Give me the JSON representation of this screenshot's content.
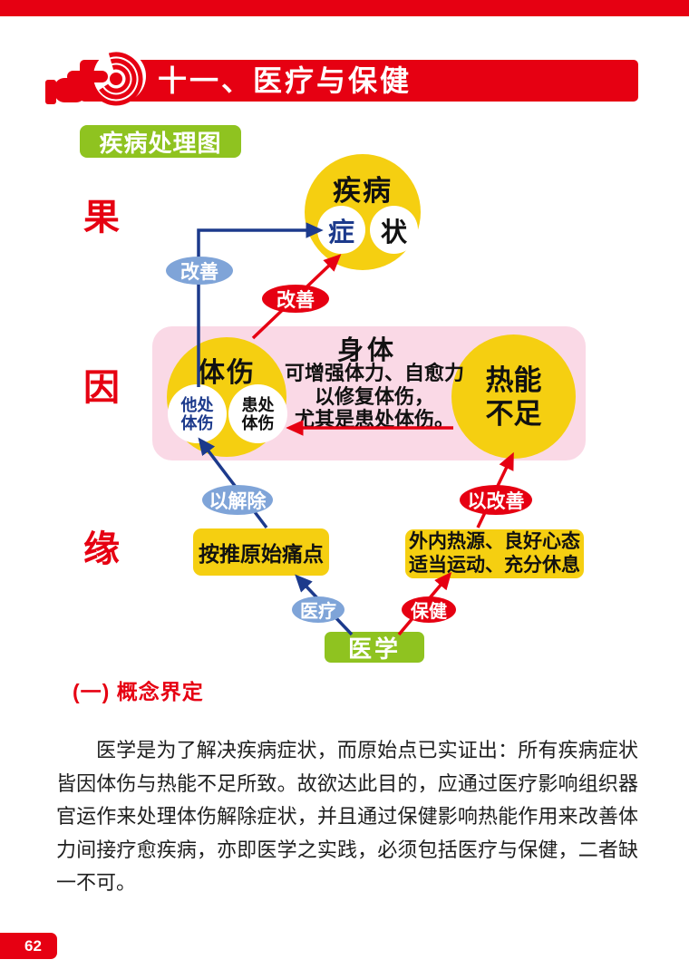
{
  "colors": {
    "brand_red": "#E60012",
    "diagram_yellow": "#F5CF11",
    "body_pink": "#FAD9E6",
    "oval_blue": "#7FA4D8",
    "arrow_navy": "#1C3A8C",
    "green": "#8FC320"
  },
  "header": {
    "title": "十一、医疗与保健"
  },
  "diagram": {
    "tag_label": "疾病处理图",
    "labels": {
      "effect": "果",
      "cause": "因",
      "condition": "缘"
    },
    "disease_circle": {
      "title": "疾病",
      "symptom_left": "症",
      "symptom_right": "状"
    },
    "improve_blue": "改善",
    "improve_red": "改善",
    "body_box": {
      "title": "身体",
      "desc": "可增强体力、自愈力\n以修复体伤，\n尤其是患处体伤。"
    },
    "injury_circle": {
      "title": "体伤",
      "other": "他处\n体伤",
      "affected": "患处\n体伤"
    },
    "heat_circle": "热能\n不足",
    "relieve_oval": "以解除",
    "improve_oval": "以改善",
    "press_box": "按推原始痛点",
    "care_box": "外内热源、良好心态\n适当运动、充分休息",
    "medical_oval": "医疗",
    "healthcare_oval": "保健",
    "medicine_box": "医学"
  },
  "section": {
    "heading": "(一) 概念界定",
    "paragraph": "医学是为了解决疾病症状，而原始点已实证出：所有疾病症状皆因体伤与热能不足所致。故欲达此目的，应通过医疗影响组织器官运作来处理体伤解除症状，并且通过保健影响热能作用来改善体力间接疗愈疾病，亦即医学之实践，必须包括医疗与保健，二者缺一不可。"
  },
  "footer": {
    "page_number": "62"
  }
}
